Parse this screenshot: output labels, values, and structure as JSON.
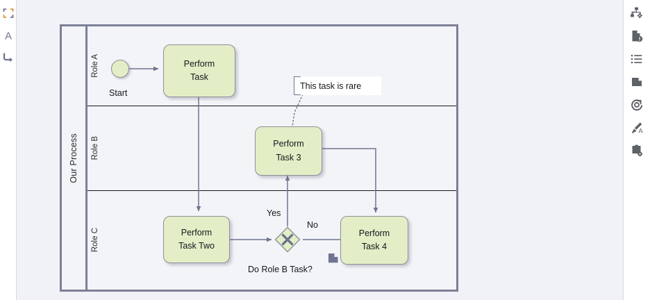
{
  "app": {
    "canvas_background": "#f0f2f7"
  },
  "toolbar_left": {
    "items": [
      {
        "name": "select-tool-icon",
        "label": "Select",
        "active": true
      },
      {
        "name": "text-annotation-tool-icon",
        "label": "Text"
      },
      {
        "name": "connector-tool-icon",
        "label": "Connector"
      }
    ]
  },
  "toolbar_right": {
    "items": [
      {
        "name": "process-settings-icon",
        "label": "Process settings"
      },
      {
        "name": "document-alert-icon",
        "label": "Document issues"
      },
      {
        "name": "list-icon",
        "label": "List"
      },
      {
        "name": "page-icon",
        "label": "Page"
      },
      {
        "name": "target-refresh-icon",
        "label": "Refresh target"
      },
      {
        "name": "format-painter-icon",
        "label": "Format painter"
      },
      {
        "name": "clipboard-settings-icon",
        "label": "Clipboard settings"
      }
    ]
  },
  "diagram": {
    "pool": {
      "label": "Our Process"
    },
    "lanes": [
      {
        "id": "lane-a",
        "label": "Role A"
      },
      {
        "id": "lane-b",
        "label": "Role B"
      },
      {
        "id": "lane-c",
        "label": "Role C"
      }
    ],
    "events": [
      {
        "id": "start",
        "type": "start-event",
        "label": "Start",
        "lane": "Role A"
      }
    ],
    "tasks": [
      {
        "id": "task-1",
        "line1": "Perform",
        "line2": "Task",
        "lane": "Role A"
      },
      {
        "id": "task-3",
        "line1": "Perform",
        "line2": "Task 3",
        "lane": "Role B"
      },
      {
        "id": "task-2",
        "line1": "Perform",
        "line2": "Task Two",
        "lane": "Role C"
      },
      {
        "id": "task-4",
        "line1": "Perform",
        "line2": "Task 4",
        "lane": "Role C"
      }
    ],
    "gateways": [
      {
        "id": "gw-1",
        "type": "exclusive-gateway",
        "label": "Do Role B Task?",
        "lane": "Role C"
      }
    ],
    "flow_labels": [
      {
        "id": "yes",
        "text": "Yes"
      },
      {
        "id": "no",
        "text": "No"
      }
    ],
    "annotations": [
      {
        "id": "annot-1",
        "text": "This task is rare",
        "attached_to": "task-3"
      }
    ],
    "artifacts": [
      {
        "id": "data-object-1",
        "type": "data-object-icon"
      }
    ],
    "colors": {
      "task_fill": "#e3eec7",
      "shape_stroke": "#8d9096",
      "pool_border": "#7b7f96",
      "connector": "#6f7490",
      "canvas": "#f0f2f7"
    }
  }
}
